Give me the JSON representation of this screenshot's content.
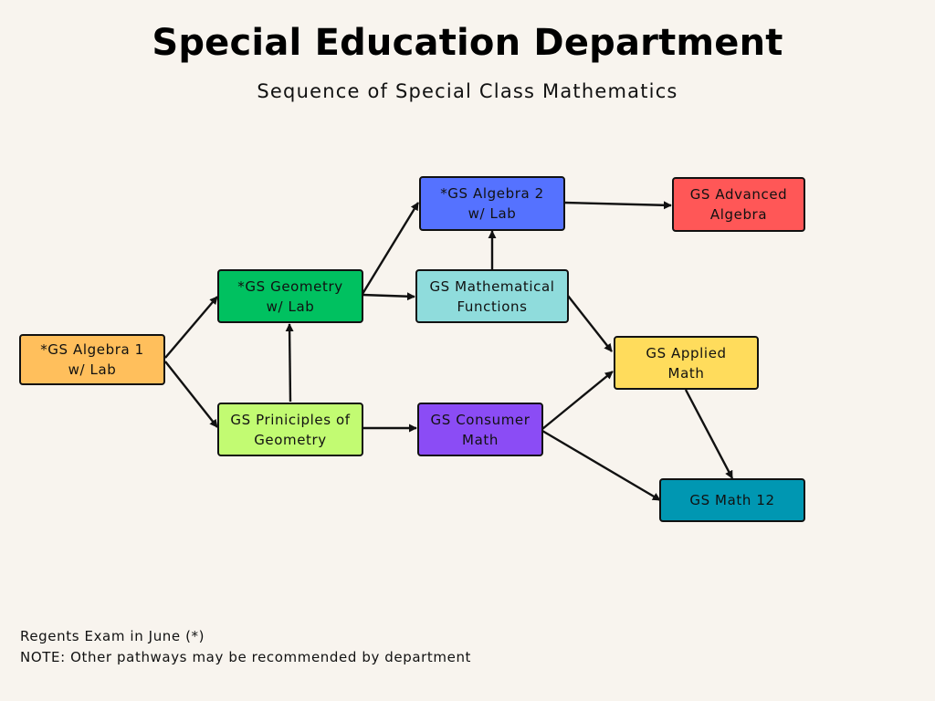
{
  "header": {
    "title": "Special Education Department",
    "subtitle": "Sequence of Special Class Mathematics"
  },
  "nodes": {
    "algebra1": {
      "label": "*GS Algebra 1\nw/ Lab",
      "color": "#ffbf5c"
    },
    "geometry": {
      "label": "*GS Geometry\nw/ Lab",
      "color": "#00c160"
    },
    "principles_geometry": {
      "label": "GS Priniciples of\nGeometry",
      "color": "#c2fb72"
    },
    "algebra2": {
      "label": "*GS Algebra 2\nw/ Lab",
      "color": "#5572ff"
    },
    "math_functions": {
      "label": "GS Mathematical\nFunctions",
      "color": "#8fdcdc"
    },
    "consumer_math": {
      "label": "GS Consumer\nMath",
      "color": "#8b4cf5"
    },
    "advanced_algebra": {
      "label": "GS Advanced\nAlgebra",
      "color": "#ff5757"
    },
    "applied_math": {
      "label": "GS Applied\nMath",
      "color": "#ffdc5c"
    },
    "math12": {
      "label": "GS Math 12",
      "color": "#0097b2"
    }
  },
  "footer": {
    "note1": "Regents Exam in June (*)",
    "note2": "NOTE: Other pathways may be recommended by department"
  }
}
